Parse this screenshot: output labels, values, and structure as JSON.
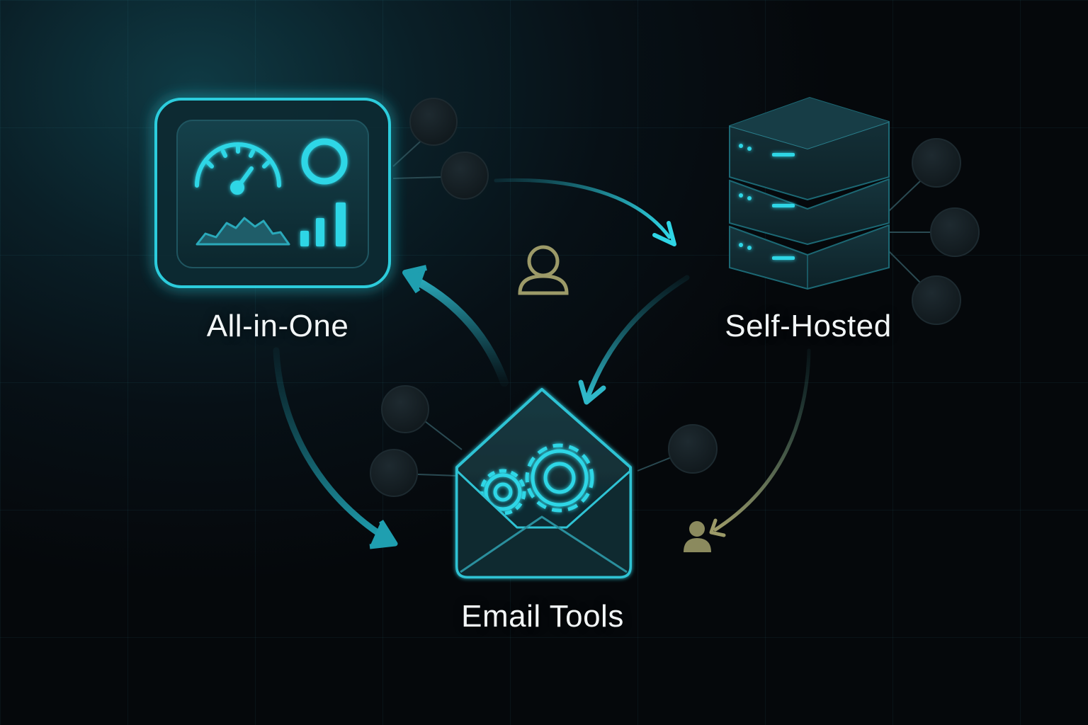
{
  "nodes": [
    {
      "id": "all-in-one",
      "label": "All-in-One",
      "icon": "dashboard-icon"
    },
    {
      "id": "self-hosted",
      "label": "Self-Hosted",
      "icon": "server-stack-icon"
    },
    {
      "id": "email-tools",
      "label": "Email Tools",
      "icon": "envelope-gears-icon"
    }
  ],
  "extra_icons": [
    "user-icon",
    "user-icon"
  ],
  "colors": {
    "accent": "#2fd6e6",
    "accent_dim": "#1c8a99",
    "panel": "#0f2a31",
    "dot": "#141d22",
    "user": "#9c9a68",
    "text": "#f2f6f7"
  }
}
